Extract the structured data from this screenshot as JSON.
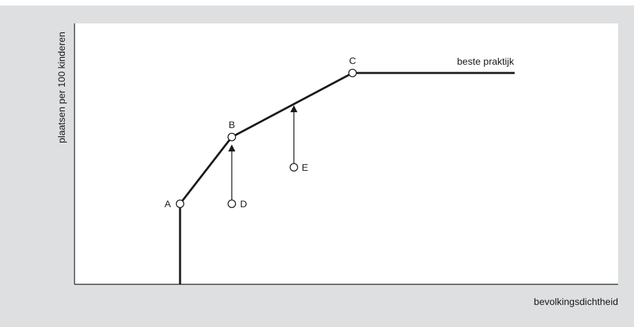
{
  "axes": {
    "y_label": "plaatsen per 100 kinderen",
    "x_label": "bevolkingsdichtheid"
  },
  "curve": {
    "label": "beste praktijk"
  },
  "points": {
    "A": "A",
    "B": "B",
    "C": "C",
    "D": "D",
    "E": "E"
  },
  "colors": {
    "background": "#dedfe0",
    "plot_area": "#ffffff",
    "line": "#1a1a1a"
  }
}
